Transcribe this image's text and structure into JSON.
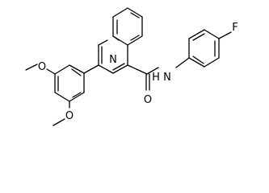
{
  "molecule": {
    "atoms": [
      {
        "id": "N",
        "label": "N"
      },
      {
        "id": "NH",
        "label": "N"
      },
      {
        "id": "H",
        "label": "H"
      },
      {
        "id": "O",
        "label": "O"
      },
      {
        "id": "F",
        "label": "F"
      },
      {
        "id": "O1",
        "label": "O"
      },
      {
        "id": "O2",
        "label": "O"
      }
    ]
  }
}
